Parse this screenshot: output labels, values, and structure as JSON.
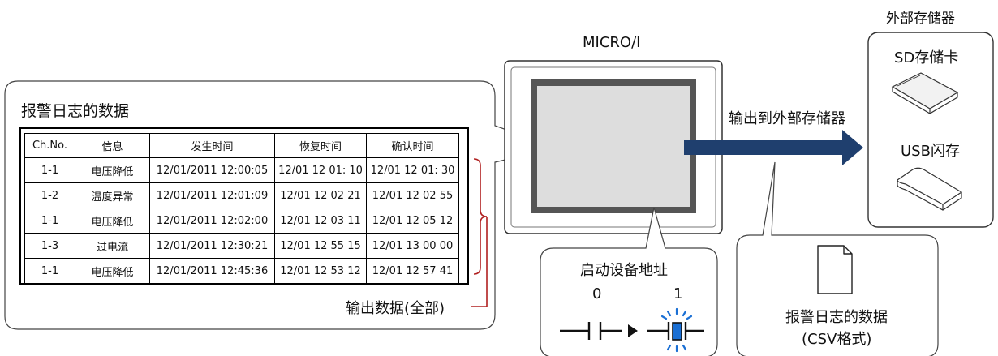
{
  "log_panel": {
    "title": "报警日志的数据",
    "columns": [
      "Ch.No.",
      "信息",
      "发生时间",
      "恢复时间",
      "确认时间"
    ],
    "rows": [
      [
        "1-1",
        "电压降低",
        "12/01/2011 12:00:05",
        "12/01 12 01: 10",
        "12/01 12 01: 30"
      ],
      [
        "1-2",
        "温度异常",
        "12/01/2011 12:01:09",
        "12/01 12 02 21",
        "12/01 12 02 55"
      ],
      [
        "1-1",
        "电压降低",
        "12/01/2011 12:02:00",
        "12/01 12 03 11",
        "12/01 12 05 12"
      ],
      [
        "1-3",
        "过电流",
        "12/01/2011 12:30:21",
        "12/01 12 55 15",
        "12/01 13 00 00"
      ],
      [
        "1-1",
        "电压降低",
        "12/01/2011 12:45:36",
        "12/01 12 53 12",
        "12/01 12 57 41"
      ]
    ],
    "output_label": "输出数据(全部)"
  },
  "device": {
    "name": "MICRO/I"
  },
  "arrow_label": "输出到外部存储器",
  "storage": {
    "title": "外部存储器",
    "sd_label": "SD存储卡",
    "usb_label": "USB闪存"
  },
  "trigger": {
    "title": "启动设备地址",
    "state_off": "0",
    "state_on": "1"
  },
  "file": {
    "line1": "报警日志的数据",
    "line2": "(CSV格式)"
  },
  "colors": {
    "arrow": "#1f3f6e",
    "bracket": "#b02020",
    "screen_border": "#555555",
    "screen_fill": "#dddddd",
    "led_blue": "#1a6fd4"
  }
}
